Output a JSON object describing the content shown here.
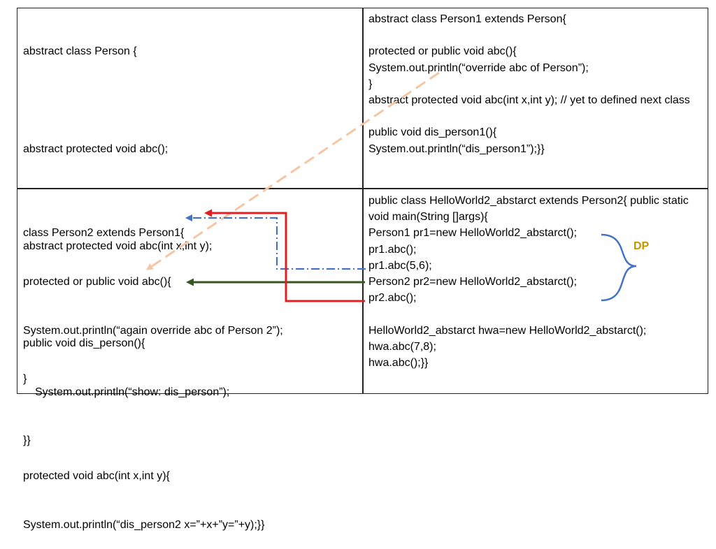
{
  "cells": {
    "top_left": {
      "lines": [
        "abstract class Person {",
        "",
        "abstract protected void abc();",
        "",
        "abstract protected void abc(int x,int y);",
        "",
        "public void dis_person(){",
        "System.out.println(“show: dis_person”);",
        "}}"
      ]
    },
    "top_right": {
      "lines": [
        "abstract class Person1 extends Person{",
        "",
        "protected or public void abc(){",
        "System.out.println(“override abc of Person”);",
        "}",
        "abstract protected void abc(int x,int y); // yet to defined next class",
        "",
        "public void dis_person1(){",
        "System.out.println(“dis_person1”);}}"
      ]
    },
    "bottom_left": {
      "lines": [
        "class Person2 extends Person1{",
        "protected or public void abc(){",
        "System.out.println(“again override abc of Person 2”);",
        "}",
        "",
        "protected void abc(int x,int y){",
        "System.out.println(“dis_person2 x=”+x+”y=”+y);}}"
      ]
    },
    "bottom_right": {
      "lines": [
        "public class HelloWorld2_abstarct extends Person2{ public static void main(String []args){",
        "Person1 pr1=new HelloWorld2_abstarct();",
        "pr1.abc();",
        "pr1.abc(5,6);",
        "Person2 pr2=new HelloWorld2_abstarct();",
        "pr2.abc();",
        "",
        "HelloWorld2_abstarct hwa=new HelloWorld2_abstarct();",
        "hwa.abc(7,8);",
        "hwa.abc();}}"
      ]
    }
  },
  "annotation": {
    "brace_label": "DP",
    "brace_label_color": "#c59400",
    "brace_color": "#4472c4"
  },
  "arrows": {
    "orange_dashed": "#f4c6a5",
    "blue_dashdot": "#4472c4",
    "green_solid": "#375623",
    "red_solid": "#e02020"
  }
}
